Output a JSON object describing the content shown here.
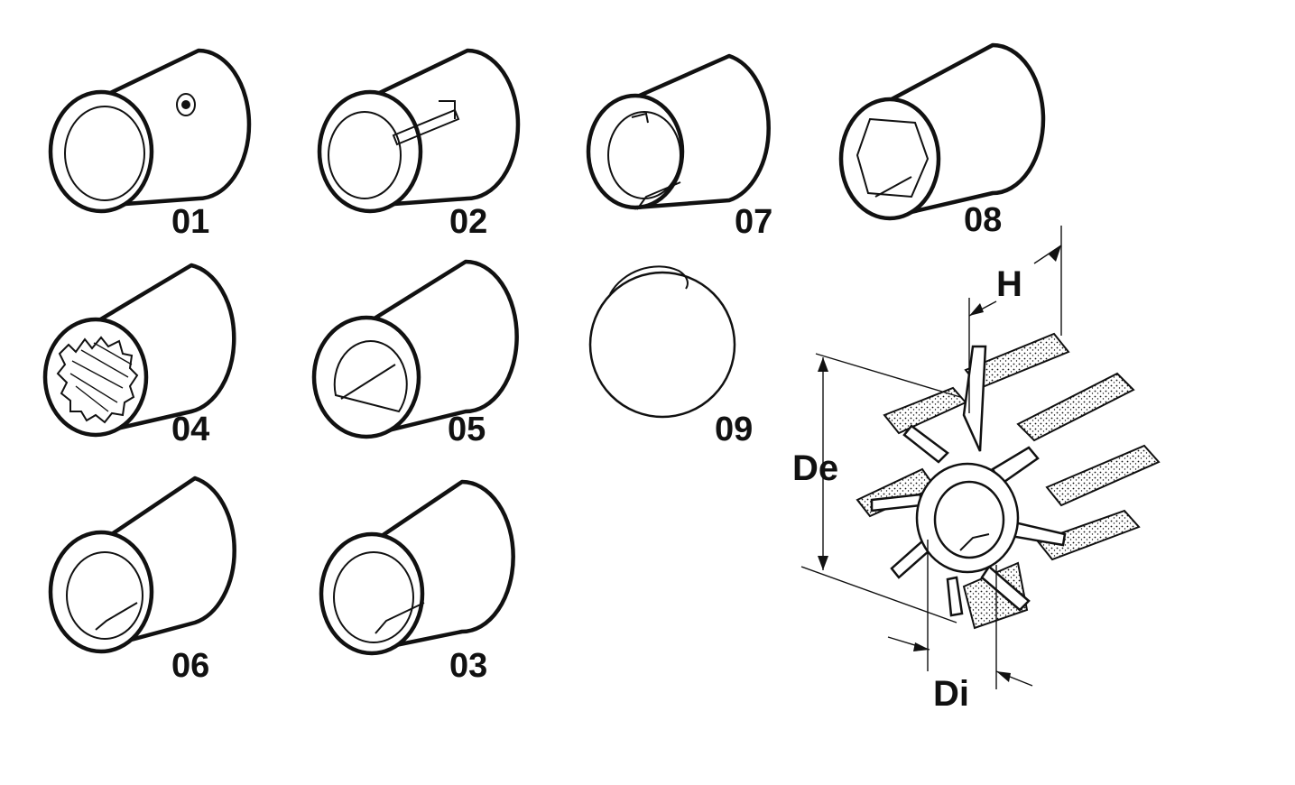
{
  "variants": [
    {
      "id": "01",
      "bore": "round bore with set-screw hole"
    },
    {
      "id": "02",
      "bore": "round bore with pin slot"
    },
    {
      "id": "07",
      "bore": "double keyway bore"
    },
    {
      "id": "08",
      "bore": "hexagonal bore"
    },
    {
      "id": "04",
      "bore": "splined bore"
    },
    {
      "id": "05",
      "bore": "D-flat bore"
    },
    {
      "id": "09",
      "bore": "sphere"
    },
    {
      "id": "06",
      "bore": "single keyway bore"
    },
    {
      "id": "03",
      "bore": "single key bore"
    }
  ],
  "dimensions": {
    "height": "H",
    "outer_diameter": "De",
    "inner_diameter": "Di"
  },
  "colors": {
    "ink": "#111111",
    "background": "#ffffff"
  }
}
